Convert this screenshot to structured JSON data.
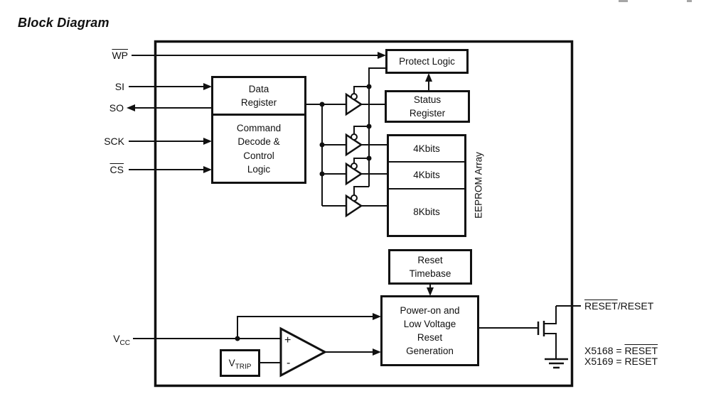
{
  "title": "Block Diagram",
  "colors": {
    "ink": "#111111",
    "background": "#ffffff"
  },
  "signals": {
    "wp": "WP",
    "si": "SI",
    "so": "SO",
    "sck": "SCK",
    "cs": "CS",
    "vcc_base": "V",
    "vcc_sub": "CC"
  },
  "blocks": {
    "data_register": {
      "lines": [
        "Data",
        "Register"
      ]
    },
    "command_decode": {
      "lines": [
        "Command",
        "Decode &",
        "Control",
        "Logic"
      ]
    },
    "protect_logic": {
      "label": "Protect Logic"
    },
    "status_register": {
      "lines": [
        "Status",
        "Register"
      ]
    },
    "eeprom": {
      "cells": [
        "4Kbits",
        "4Kbits",
        "8Kbits"
      ],
      "side_label": "EEPROM Array"
    },
    "reset_timebase": {
      "lines": [
        "Reset",
        "Timebase"
      ]
    },
    "power_on_reset": {
      "lines": [
        "Power-on and",
        "Low Voltage",
        "Reset",
        "Generation"
      ]
    },
    "vtrip": {
      "base": "V",
      "sub": "TRIP"
    }
  },
  "comparator": {
    "plus": "+",
    "minus": "-"
  },
  "outputs": {
    "reset_bar": "RESET",
    "reset_rest": "/RESET",
    "x5168_prefix": "X5168 = ",
    "x5168_value": "RESET",
    "x5169": "X5169 = RESET"
  }
}
